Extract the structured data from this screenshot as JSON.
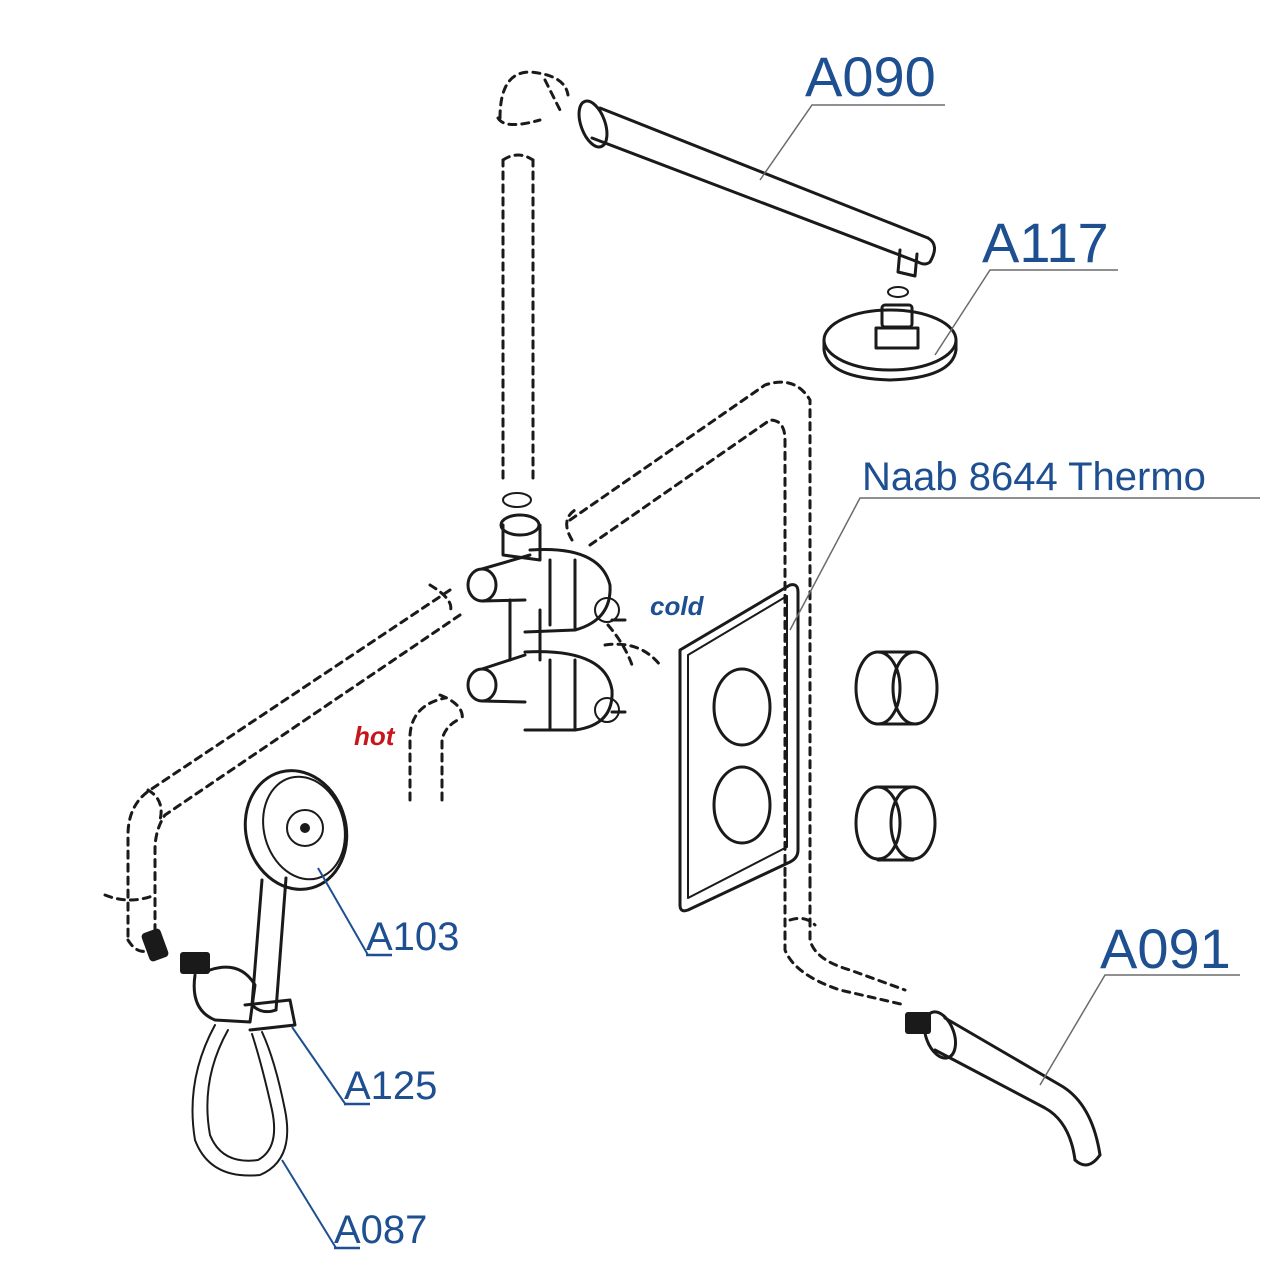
{
  "labels": {
    "shower_arm": "A090",
    "shower_head": "A117",
    "model": "Naab 8644 Thermo",
    "cold": "cold",
    "hot": "hot",
    "hand_shower": "A103",
    "holder": "A125",
    "hose": "A087",
    "spout": "A091"
  },
  "colors": {
    "label_blue": "#1d4f91",
    "hot_red": "#c8151b",
    "line": "#1a1a1a"
  }
}
